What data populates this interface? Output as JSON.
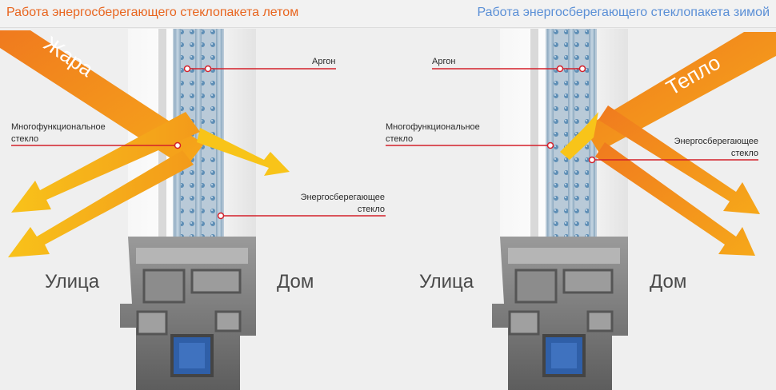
{
  "titles": {
    "summer": "Работа энергосберегающего стеклопакета летом",
    "winter": "Работа энергосберегающего стеклопакета зимой"
  },
  "summer": {
    "arrow_label": "Жара",
    "outside": "Улица",
    "inside": "Дом",
    "labels": {
      "argon": "Аргон",
      "multi_line1": "Многофункциональное",
      "multi_line2": "стекло",
      "energy_line1": "Энергосберегающее",
      "energy_line2": "стекло"
    }
  },
  "winter": {
    "arrow_label": "Тепло",
    "outside": "Улица",
    "inside": "Дом",
    "labels": {
      "argon": "Аргон",
      "multi_line1": "Многофункциональное",
      "multi_line2": "стекло",
      "energy_line1": "Энергосберегающее",
      "energy_line2": "стекло"
    }
  },
  "colors": {
    "summer_title": "#e8651f",
    "winter_title": "#5a8fd6",
    "arrow_orange": "#f28a1c",
    "arrow_yellow": "#f7b518",
    "pointer_red": "#d4202a",
    "glass_blue": "#9fb6c8",
    "frame_grey": "#6e6e6e"
  }
}
